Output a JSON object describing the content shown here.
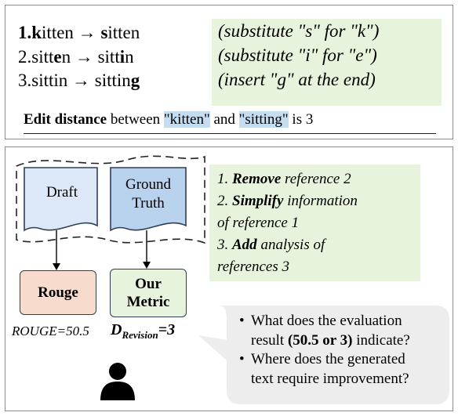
{
  "edit_example": {
    "steps": [
      {
        "parts": [
          {
            "t": "1.k",
            "b": true
          },
          {
            "t": "itten → ",
            "b": false
          },
          {
            "t": "s",
            "b": true
          },
          {
            "t": "itten",
            "b": false
          }
        ]
      },
      {
        "parts": [
          {
            "t": "2.sitt",
            "b": false
          },
          {
            "t": "e",
            "b": true
          },
          {
            "t": "n → sitt",
            "b": false
          },
          {
            "t": "i",
            "b": true
          },
          {
            "t": "n",
            "b": false
          }
        ]
      },
      {
        "parts": [
          {
            "t": "3.sittin → sittin",
            "b": false
          },
          {
            "t": "g",
            "b": true
          }
        ]
      }
    ],
    "notes": [
      "(substitute \"s\" for \"k\")",
      "(substitute \"i\" for \"e\")",
      "(insert \"g\" at the end)"
    ],
    "summary": {
      "bold": "Edit distance",
      "between": " between ",
      "word1": "\"kitten\"",
      "and": " and ",
      "word2": "\"sitting\"",
      "tail": " is 3"
    }
  },
  "metric_example": {
    "draft_label": "Draft",
    "ground_truth_label": [
      "Ground",
      "Truth"
    ],
    "rouge_label": "Rouge",
    "metric_label": [
      "Our",
      "Metric"
    ],
    "rouge_score": "ROUGE=50.5",
    "d_revision": {
      "symbol": "D",
      "subscript": "Revision",
      "value": "=3"
    },
    "instructions": [
      {
        "pre": "1. ",
        "bold": "Remove",
        "post": " reference 2"
      },
      {
        "pre": "2. ",
        "bold": "Simplify",
        "post": " information"
      },
      {
        "pre": "of  reference 1",
        "bold": "",
        "post": ""
      },
      {
        "pre": "3. ",
        "bold": "Add",
        "post": " analysis of"
      },
      {
        "pre": "references 3",
        "bold": "",
        "post": ""
      }
    ],
    "questions": [
      {
        "lines": [
          [
            "What does the evaluation",
            ""
          ],
          [
            "result ",
            "(50.5 or 3)",
            " indicate?"
          ]
        ]
      },
      {
        "lines": [
          [
            "Where does the generated",
            ""
          ],
          [
            "text require improvement?",
            ""
          ]
        ]
      }
    ],
    "colors": {
      "draft_fill": "#dce8f7",
      "ground_truth_fill": "#b9d3ee",
      "rouge_fill": "#f7dccd",
      "metric_fill": "#e8f3dd",
      "bubble_fill": "#ededed",
      "highlight": "#c5ddf0"
    }
  }
}
